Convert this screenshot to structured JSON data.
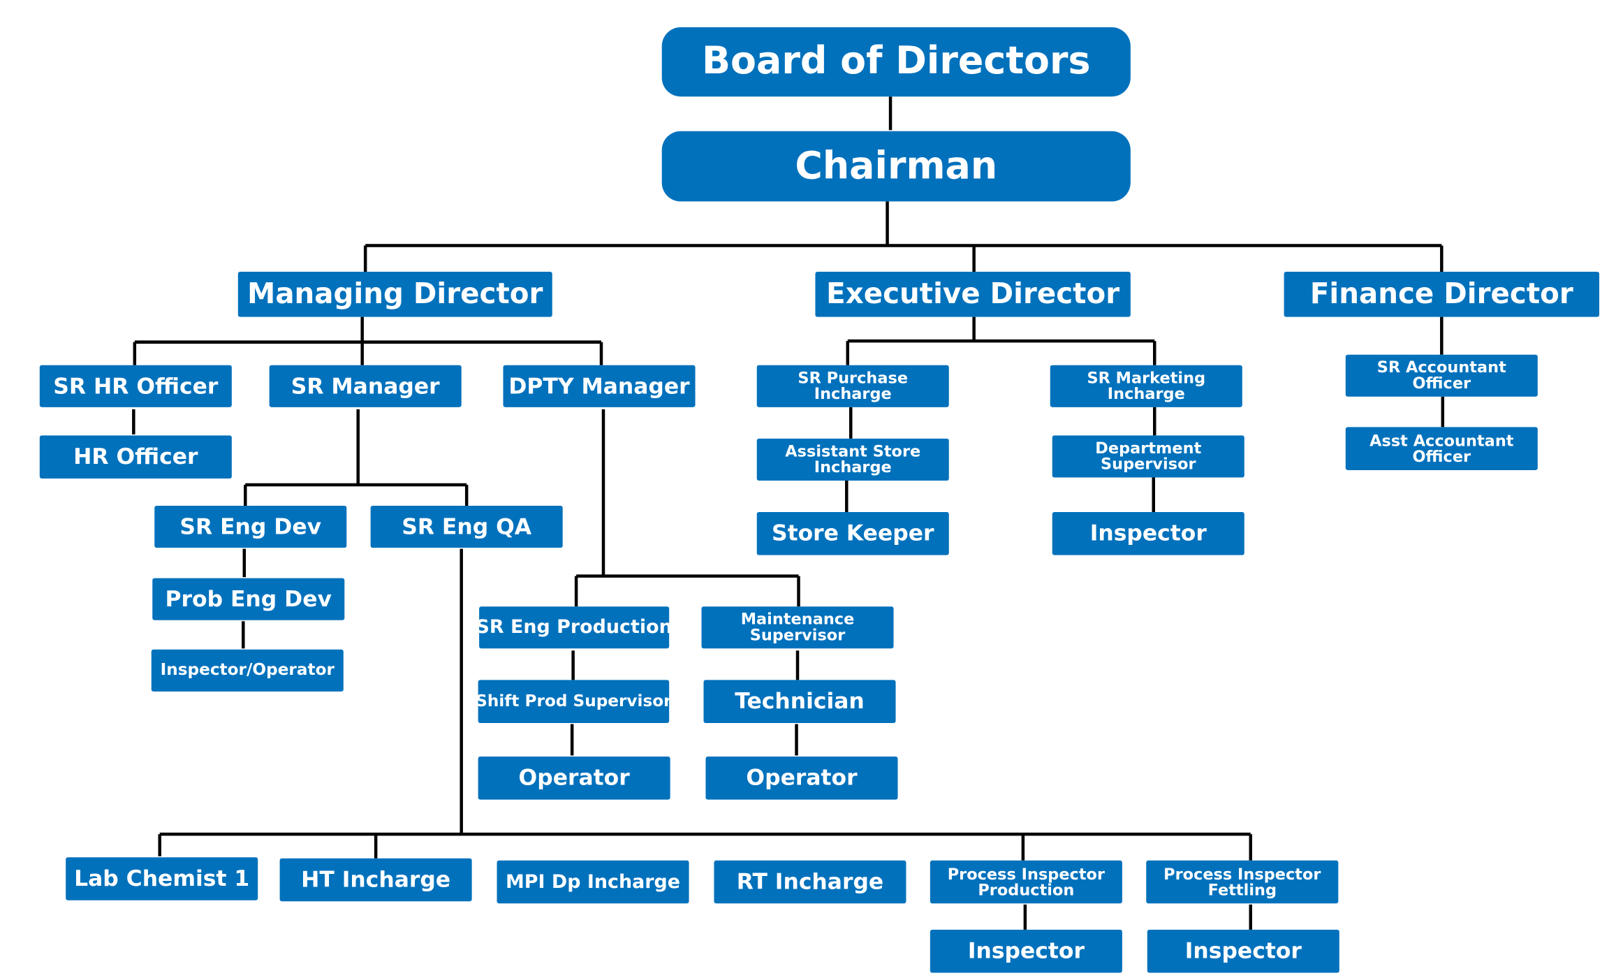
{
  "chart": {
    "board": "Board of Directors",
    "chairman": "Chairman",
    "managing_director": "Managing Director",
    "executive_director": "Executive Director",
    "finance_director": "Finance Director",
    "sr_hr_officer": "SR HR Officer",
    "hr_officer": "HR Officer",
    "sr_manager": "SR Manager",
    "dpty_manager": "DPTY Manager",
    "sr_eng_dev": "SR Eng Dev",
    "prob_eng_dev": "Prob Eng Dev",
    "inspector_operator": "Inspector/Operator",
    "sr_eng_qa": "SR Eng QA",
    "sr_eng_production": "SR Eng Production",
    "shift_prod_supervisor": "Shift Prod Supervisor",
    "operator_production": "Operator",
    "maintenance_supervisor": "Maintenance\nSupervisor",
    "technician": "Technician",
    "operator_maintenance": "Operator",
    "sr_purchase_incharge": "SR Purchase\nIncharge",
    "assistant_store_incharge": "Assistant Store\nIncharge",
    "store_keeper": "Store Keeper",
    "sr_marketing_incharge": "SR Marketing\nIncharge",
    "department_supervisor": "Department\nSupervisor",
    "inspector_marketing": "Inspector",
    "sr_accountant_officer": "SR Accountant\nOfficer",
    "asst_accountant_officer": "Asst Accountant\nOfficer",
    "lab_chemist": "Lab Chemist 1",
    "ht_incharge": "HT Incharge",
    "mpi_dp_incharge": "MPI Dp Incharge",
    "rt_incharge": "RT Incharge",
    "process_inspector_production": "Process Inspector\nProduction",
    "inspector_production": "Inspector",
    "process_inspector_fettling": "Process Inspector\nFettling",
    "inspector_fettling": "Inspector"
  },
  "colors": {
    "box": "#0171bc",
    "text": "#ffffff",
    "line": "#000000"
  }
}
